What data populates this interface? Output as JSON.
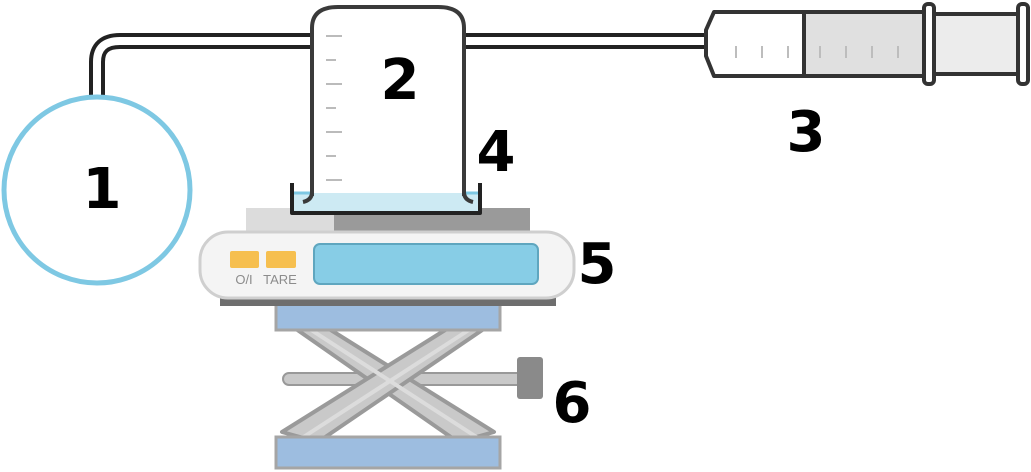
{
  "labels": {
    "balloon": "1",
    "cylinder": "2",
    "syringe": "3",
    "beaker": "4",
    "scale": "5",
    "jack_knob": "6"
  },
  "scale": {
    "power_button_label": "O/I",
    "tare_button_label": "TARE"
  },
  "colors": {
    "balloon_outline": "#7ec8e3",
    "tube": "#222222",
    "water": "#cdeaf3",
    "scale_display": "#87cde6",
    "scale_buttons": "#f6bf4f",
    "jack_platform": "#9dbde0",
    "jack_arms": "#c9c9c9",
    "jack_knob": "#8a8a8a",
    "scale_top_dark": "#9a9a9a"
  }
}
